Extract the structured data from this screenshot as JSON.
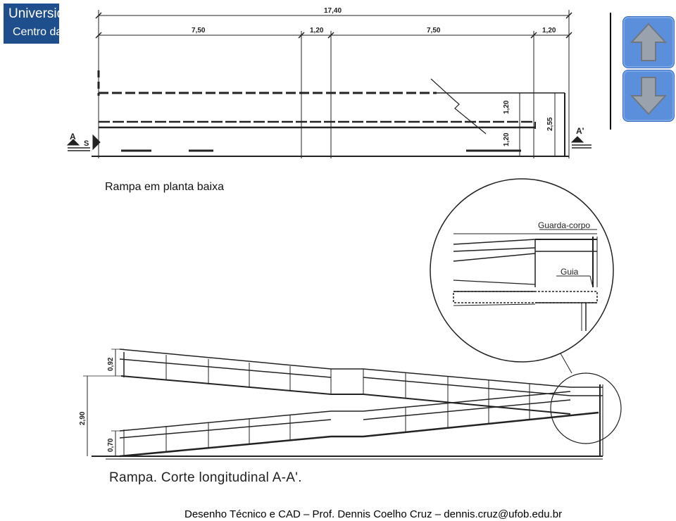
{
  "header": {
    "university_line1": "Universid",
    "university_line2": "Centro da"
  },
  "navigation": {
    "up_icon": "arrow-up-icon",
    "down_icon": "arrow-down-icon",
    "button_color": "#5b8fdb"
  },
  "plan_drawing": {
    "dim_total": "17,40",
    "dim_segments": [
      "7,50",
      "1,20",
      "7,50",
      "1,20"
    ],
    "dim_width_upper": "1,20",
    "dim_width_lower": "1,20",
    "dim_overall_width": "2,55",
    "section_start": "A",
    "section_end": "A'",
    "slope_marker": "S",
    "caption": "Rampa em planta baixa"
  },
  "section_drawing": {
    "detail_label_guardrail": "Guarda-corpo",
    "detail_label_guide": "Guia",
    "dim_rail_height": "0,92",
    "dim_total_height": "2,90",
    "dim_lower_rail": "0,70",
    "caption": "Rampa. Corte longitudinal A-A'."
  },
  "footer": {
    "text": "Desenho Técnico e CAD – Prof. Dennis Coelho Cruz – dennis.cruz@ufob.edu.br"
  }
}
